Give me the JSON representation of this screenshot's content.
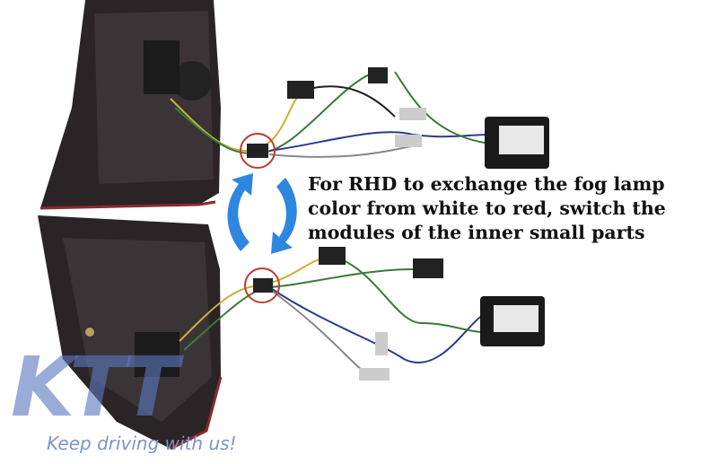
{
  "caption": {
    "lines": [
      "For RHD to exchange the fog lamp",
      "color from white to red, switch the",
      "modules of the inner small parts"
    ]
  },
  "watermark": {
    "logo": "KTT",
    "tagline": "Keep driving with us!"
  },
  "colors": {
    "highlight_circle": "#c0392b",
    "swap_arrows": "#2f86e0",
    "logo": "#5a78be"
  }
}
